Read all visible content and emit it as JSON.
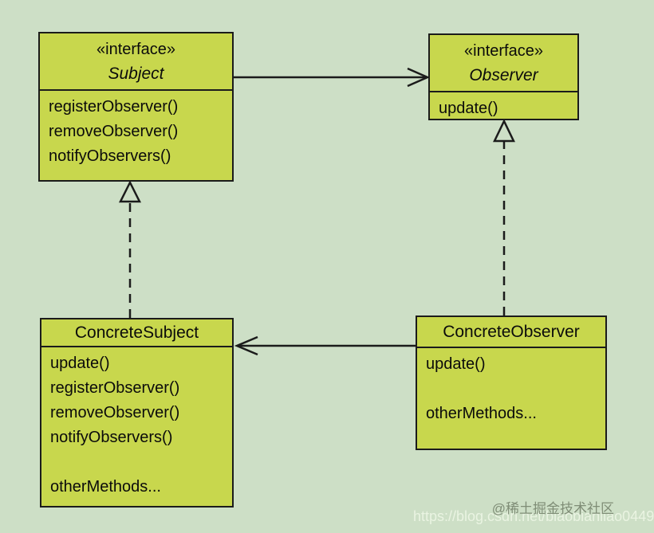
{
  "colors": {
    "background": "#cddfc6",
    "box_fill": "#c8d74d",
    "line": "#1b1b1b",
    "text": "#0b0b0b",
    "watermark_dark": "#7a8872",
    "watermark_light": "#ebf4e4"
  },
  "classes": {
    "subject": {
      "stereotype": "«interface»",
      "name": "Subject",
      "methods": [
        "registerObserver()",
        "removeObserver()",
        "notifyObservers()"
      ]
    },
    "observer": {
      "stereotype": "«interface»",
      "name": "Observer",
      "methods": [
        "update()"
      ]
    },
    "concrete_subject": {
      "name": "ConcreteSubject",
      "methods": [
        "update()",
        "registerObserver()",
        "removeObserver()",
        "notifyObservers()"
      ],
      "footer": "otherMethods..."
    },
    "concrete_observer": {
      "name": "ConcreteObserver",
      "methods": [
        "update()"
      ],
      "footer": "otherMethods..."
    }
  },
  "relations": [
    {
      "type": "association",
      "from": "Subject",
      "to": "Observer",
      "line": "solid",
      "head": "open-arrow"
    },
    {
      "type": "association",
      "from": "ConcreteObserver",
      "to": "ConcreteSubject",
      "line": "solid",
      "head": "open-arrow"
    },
    {
      "type": "realization",
      "from": "ConcreteSubject",
      "to": "Subject",
      "line": "dashed",
      "head": "hollow-triangle"
    },
    {
      "type": "realization",
      "from": "ConcreteObserver",
      "to": "Observer",
      "line": "dashed",
      "head": "hollow-triangle"
    }
  ],
  "watermark": {
    "community": "@稀土掘金技术社区",
    "url": "https://blog.csdn.net/biaobianliao0449"
  }
}
